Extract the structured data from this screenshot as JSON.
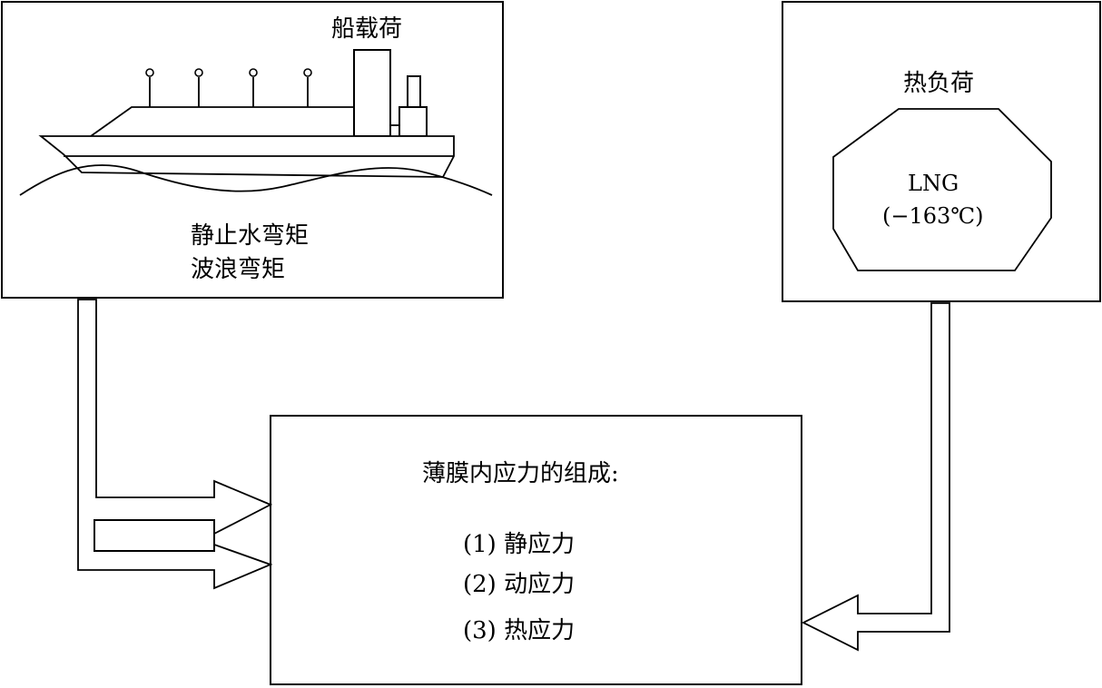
{
  "ship_box": {
    "title": "船载荷",
    "line1": "静止水弯矩",
    "line2": "波浪弯矩"
  },
  "thermal_box": {
    "title": "热负荷",
    "tank_name": "LNG",
    "tank_temp": "(−163℃)"
  },
  "result_box": {
    "title": "薄膜内应力的组成:",
    "items": [
      "(1) 静应力",
      "(2) 动应力",
      "(3) 热应力"
    ]
  }
}
